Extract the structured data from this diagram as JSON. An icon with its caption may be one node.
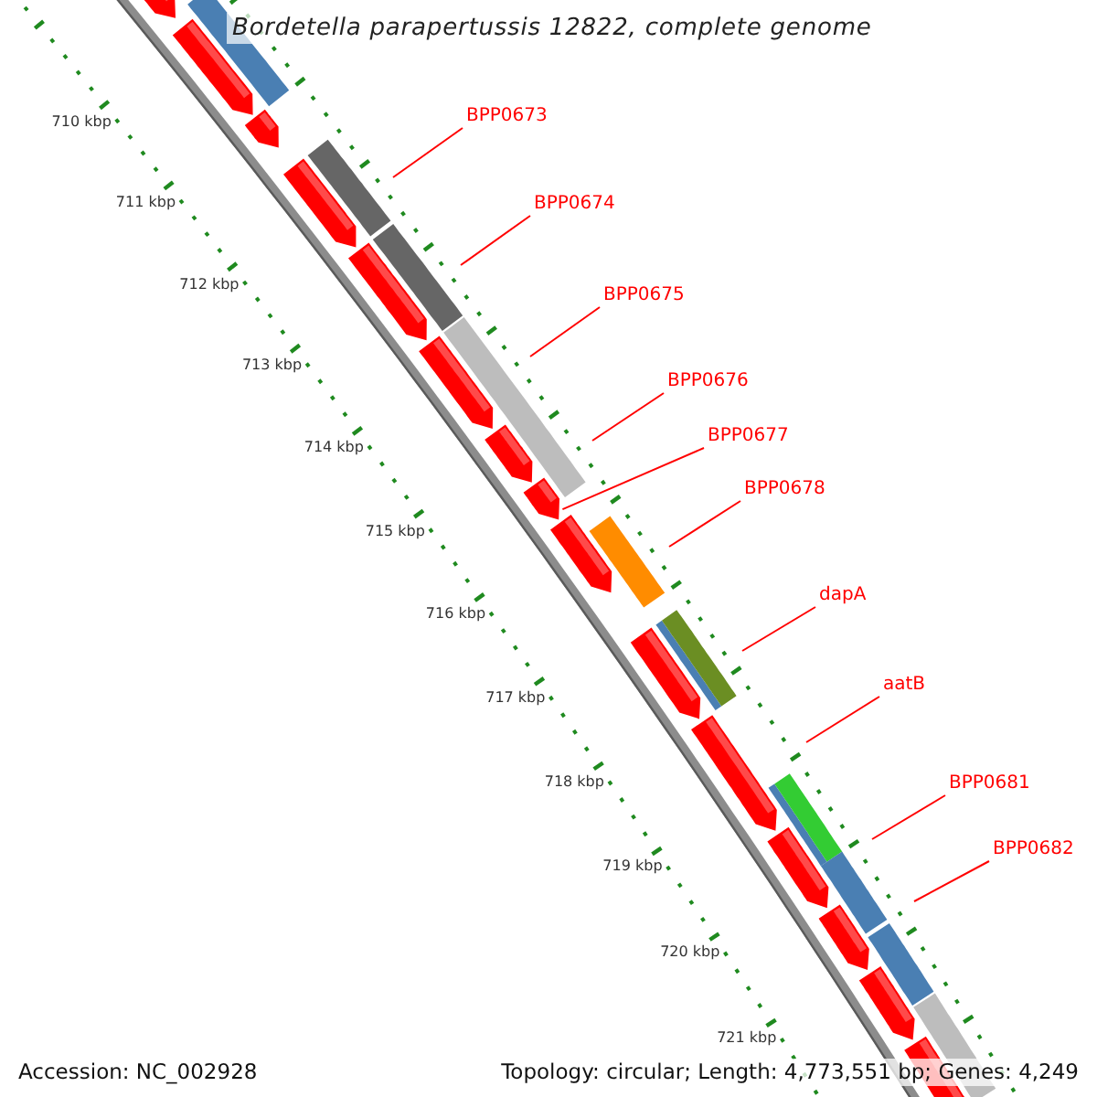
{
  "diagram": {
    "title": "Bordetella parapertussis 12822, complete genome",
    "nodes": [
      {
        "text": [
          "BPP0673"
        ]
      },
      {
        "text": [
          "BPP0674"
        ]
      },
      {
        "text": [
          "BPP0675"
        ]
      },
      {
        "text": [
          "BPP0676"
        ]
      },
      {
        "text": [
          "BPP0677"
        ]
      },
      {
        "text": [
          "BPP0678"
        ]
      },
      {
        "text": [
          "dapA"
        ]
      },
      {
        "text": [
          "aatB"
        ]
      },
      {
        "text": [
          "BPP0681"
        ]
      },
      {
        "text": [
          "BPP0682"
        ]
      },
      {
        "text": [],
        "shape": "bar"
      },
      {
        "text": [],
        "shape": "bar"
      },
      {
        "text": [],
        "shape": "bar"
      },
      {
        "text": [],
        "shape": "bar"
      },
      {
        "text": [],
        "shape": "bar"
      },
      {
        "text": [],
        "shape": "bar"
      },
      {
        "text": [],
        "shape": "bar"
      },
      {
        "text": [],
        "shape": "bar"
      },
      {
        "text": [],
        "shape": "bar"
      },
      {
        "text": [],
        "shape": "bar"
      },
      {
        "text": [],
        "shape": "bar"
      },
      {
        "text": [],
        "shape": "bar"
      },
      {
        "text": [],
        "shape": "bar"
      },
      {
        "text": [],
        "shape": "bar"
      },
      {
        "text": [],
        "shape": "bar"
      }
    ],
    "edges": [
      {
        "from": 0,
        "to": 13,
        "arrow": "none"
      },
      {
        "from": 1,
        "to": 14,
        "arrow": "none"
      },
      {
        "from": 2,
        "to": 15,
        "arrow": "none"
      },
      {
        "from": 3,
        "to": 16,
        "arrow": "none"
      },
      {
        "from": 4,
        "to": 17,
        "arrow": "none"
      },
      {
        "from": 5,
        "to": 18,
        "arrow": "none"
      },
      {
        "from": 6,
        "to": 19,
        "arrow": "none"
      },
      {
        "from": 7,
        "to": 20,
        "arrow": "none"
      },
      {
        "from": 8,
        "to": 21,
        "arrow": "none"
      },
      {
        "from": 9,
        "to": 22,
        "arrow": "none"
      }
    ],
    "labels": [
      "710 kbp",
      "711 kbp",
      "712 kbp",
      "713 kbp",
      "714 kbp",
      "715 kbp",
      "716 kbp",
      "717 kbp",
      "718 kbp",
      "719 kbp",
      "720 kbp",
      "721 kbp",
      "Accession: NC_002928",
      "Topology: circular; Length: 4,773,551 bp; Genes: 4,249"
    ]
  }
}
